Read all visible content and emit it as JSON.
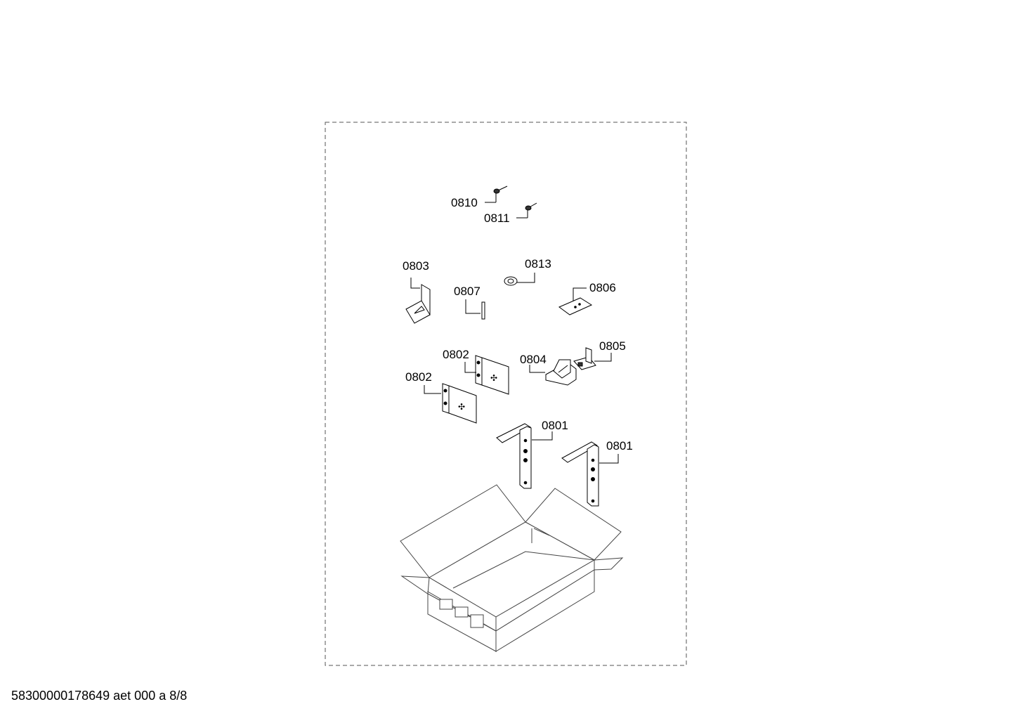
{
  "diagram": {
    "callouts": [
      {
        "id": "0810",
        "label": "0810"
      },
      {
        "id": "0811",
        "label": "0811"
      },
      {
        "id": "0803",
        "label": "0803"
      },
      {
        "id": "0813",
        "label": "0813"
      },
      {
        "id": "0807",
        "label": "0807"
      },
      {
        "id": "0806",
        "label": "0806"
      },
      {
        "id": "0802a",
        "label": "0802"
      },
      {
        "id": "0802b",
        "label": "0802"
      },
      {
        "id": "0804",
        "label": "0804"
      },
      {
        "id": "0805",
        "label": "0805"
      },
      {
        "id": "0801a",
        "label": "0801"
      },
      {
        "id": "0801b",
        "label": "0801"
      }
    ]
  },
  "footer": {
    "text": "58300000178649 aet 000 a 8/8"
  }
}
